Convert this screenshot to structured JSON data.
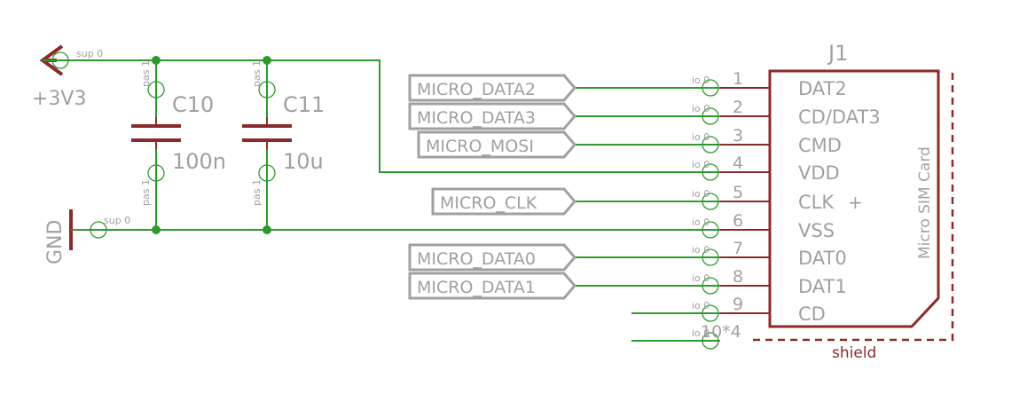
{
  "power": {
    "supply_label": "+3V3",
    "supply_pin": "sup 0",
    "ground_label": "GND",
    "ground_pin": "sup 0"
  },
  "capacitors": [
    {
      "ref": "C10",
      "value": "100n",
      "pin_top": "pas 1",
      "pin_bottom": "pas 1"
    },
    {
      "ref": "C11",
      "value": "10u",
      "pin_top": "pas 1",
      "pin_bottom": "pas 1"
    }
  ],
  "connector": {
    "ref": "J1",
    "type_label": "Micro SIM Card",
    "shield_label": "shield",
    "pins": [
      {
        "pin_type": "io 0",
        "number": "1",
        "name": "DAT2",
        "net": "MICRO_DATA2"
      },
      {
        "pin_type": "io 0",
        "number": "2",
        "name": "CD/DAT3",
        "net": "MICRO_DATA3"
      },
      {
        "pin_type": "io 0",
        "number": "3",
        "name": "CMD",
        "net": "MICRO_MOSI"
      },
      {
        "pin_type": "io 0",
        "number": "4",
        "name": "VDD",
        "net": ""
      },
      {
        "pin_type": "io 0",
        "number": "5",
        "name": "CLK",
        "net": "MICRO_CLK"
      },
      {
        "pin_type": "io 0",
        "number": "6",
        "name": "VSS",
        "net": ""
      },
      {
        "pin_type": "io 0",
        "number": "7",
        "name": "DAT0",
        "net": "MICRO_DATA0"
      },
      {
        "pin_type": "io 0",
        "number": "8",
        "name": "DAT1",
        "net": "MICRO_DATA1"
      },
      {
        "pin_type": "io 0",
        "number": "9",
        "name": "CD",
        "net": ""
      },
      {
        "pin_type": "io 0",
        "number": "10*4",
        "name": "",
        "net": ""
      }
    ],
    "clk_marker": "+"
  },
  "colors": {
    "wire": "#2e9a2e",
    "part": "#8b2a2a",
    "label": "#a0a0a0"
  }
}
